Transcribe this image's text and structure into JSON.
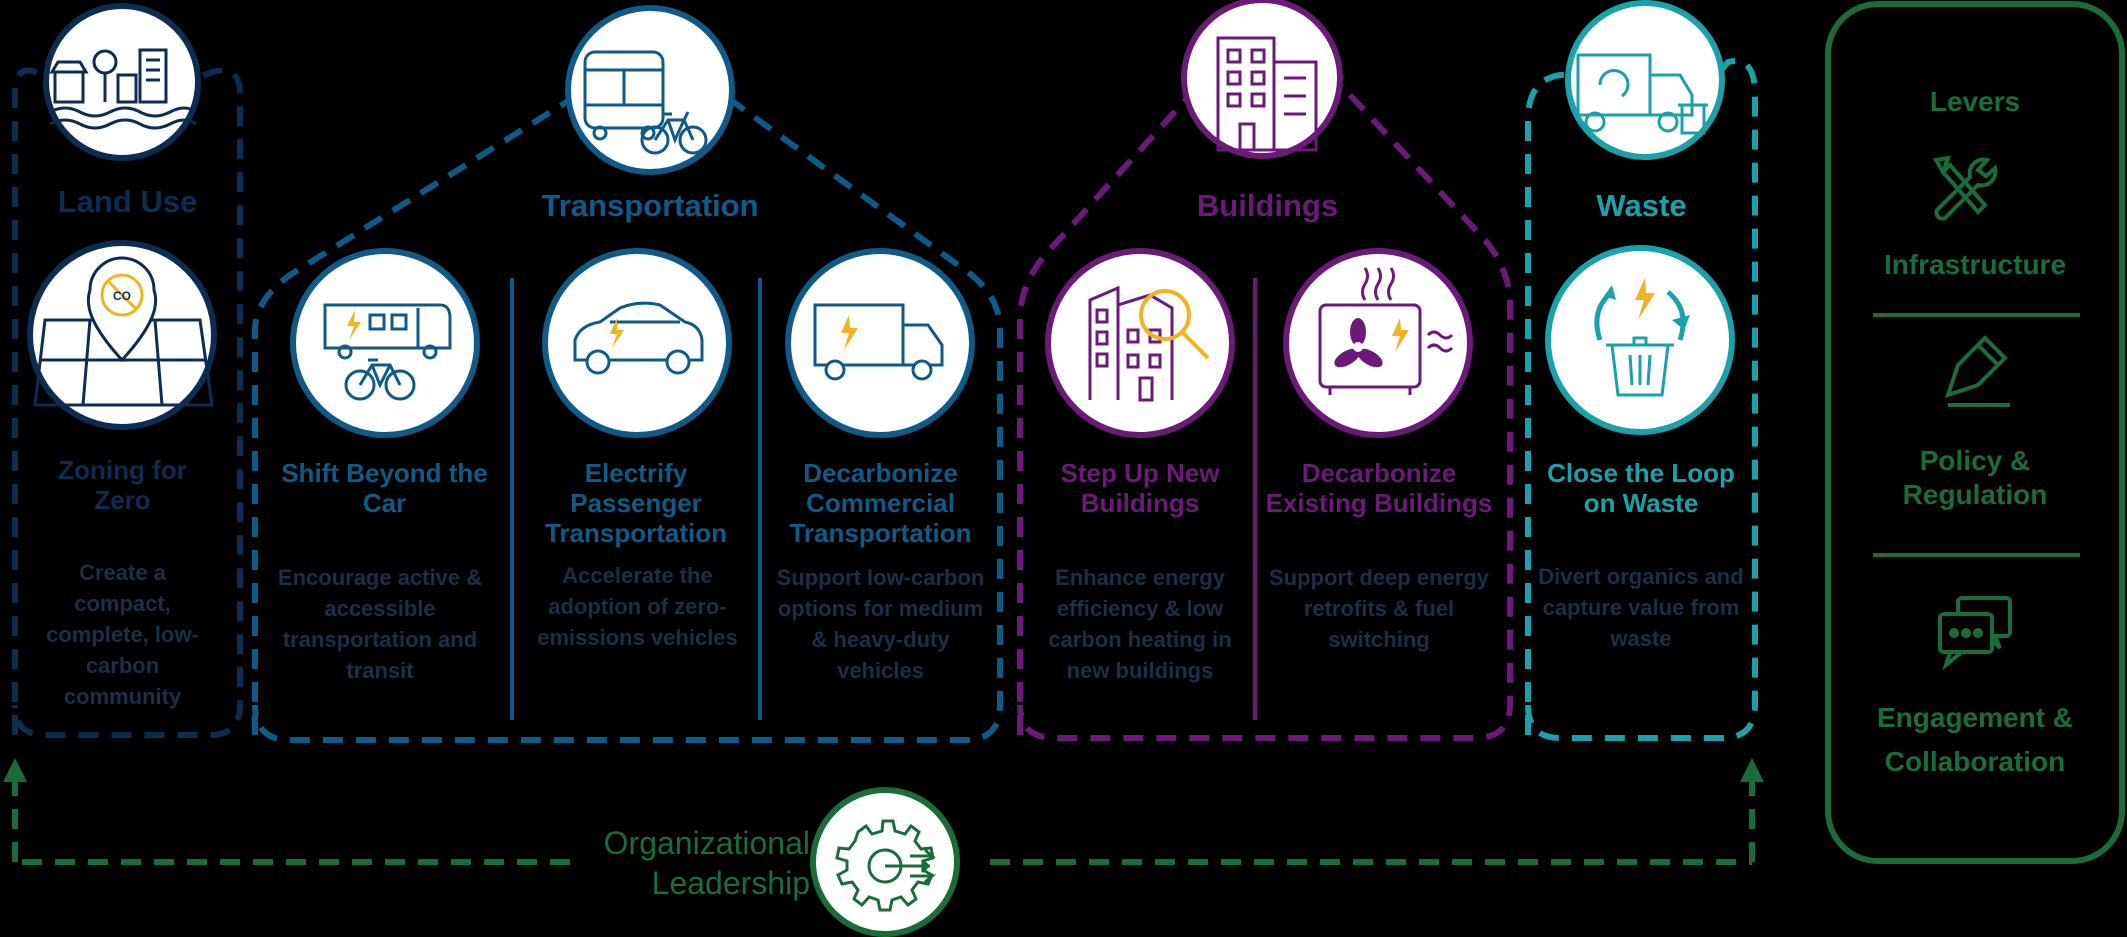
{
  "colors": {
    "land_use": "#0d2c4f",
    "transportation": "#0f5a86",
    "buildings": "#6b1a78",
    "waste": "#1aa1a9",
    "levers": "#1a6d3a",
    "accent": "#f2b322",
    "description": "#1b2f47"
  },
  "categories": {
    "land_use": {
      "title": "Land Use",
      "icon": "city-skyline-icon",
      "items": [
        {
          "title": "Zoning for Zero",
          "icon": "co2-map-pin-icon",
          "description": "Create a compact, complete, low-carbon community"
        }
      ]
    },
    "transportation": {
      "title": "Transportation",
      "icon": "bus-bicycle-icon",
      "items": [
        {
          "title": "Shift Beyond the Car",
          "icon": "transit-bicycle-icon",
          "description": "Encourage active & accessible transportation and transit"
        },
        {
          "title": "Electrify Passenger Transportation",
          "icon": "electric-car-icon",
          "description": "Accelerate the adoption of zero-emissions vehicles"
        },
        {
          "title": "Decarbonize Commercial Transportation",
          "icon": "electric-truck-icon",
          "description": "Support low-carbon options for medium & heavy-duty vehicles"
        }
      ]
    },
    "buildings": {
      "title": "Buildings",
      "icon": "office-building-icon",
      "items": [
        {
          "title": "Step Up New Buildings",
          "icon": "building-magnifier-icon",
          "description": "Enhance energy efficiency & low carbon heating in new buildings"
        },
        {
          "title": "Decarbonize Existing Buildings",
          "icon": "heat-pump-icon",
          "description": "Support deep energy retrofits & fuel switching"
        }
      ]
    },
    "waste": {
      "title": "Waste",
      "icon": "garbage-truck-icon",
      "items": [
        {
          "title": "Close the Loop on Waste",
          "icon": "recycle-bin-icon",
          "description": "Divert organics and capture value from waste"
        }
      ]
    }
  },
  "levers": {
    "title": "Levers",
    "items": [
      {
        "label": "Infrastructure",
        "icon": "tools-icon"
      },
      {
        "label": "Policy & Regulation",
        "icon": "pencil-icon"
      },
      {
        "label": "Engagement & Collaboration",
        "icon": "speech-bubbles-icon"
      }
    ]
  },
  "foundation": {
    "label": "Organizational Leadership",
    "icon": "gear-arrows-icon"
  }
}
